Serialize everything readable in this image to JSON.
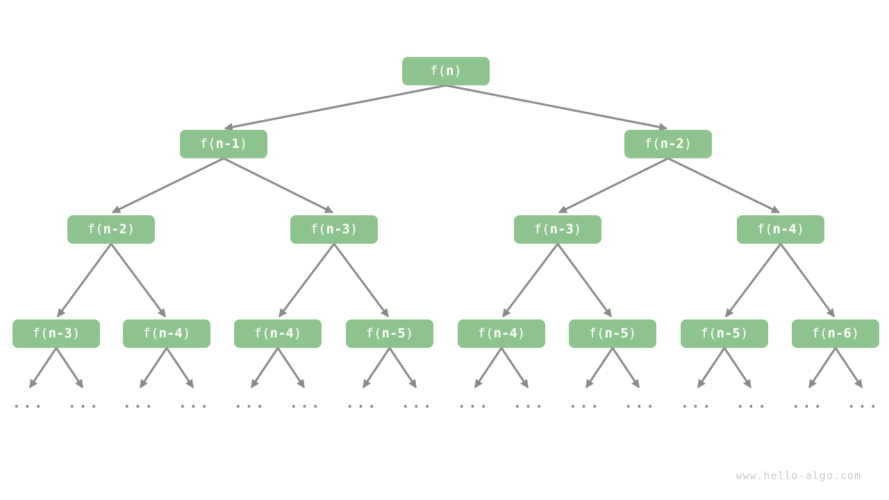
{
  "diagram": {
    "title_hint": "recursion-tree-of-fibonacci",
    "ellipsis": "...",
    "watermark": "www.hello-algo.com",
    "nodes": [
      {
        "pre": "f(",
        "arg": "n",
        "suf": ")"
      },
      {
        "pre": "f(",
        "arg": "n-1",
        "suf": ")"
      },
      {
        "pre": "f(",
        "arg": "n-2",
        "suf": ")"
      },
      {
        "pre": "f(",
        "arg": "n-2",
        "suf": ")"
      },
      {
        "pre": "f(",
        "arg": "n-3",
        "suf": ")"
      },
      {
        "pre": "f(",
        "arg": "n-3",
        "suf": ")"
      },
      {
        "pre": "f(",
        "arg": "n-4",
        "suf": ")"
      },
      {
        "pre": "f(",
        "arg": "n-3",
        "suf": ")"
      },
      {
        "pre": "f(",
        "arg": "n-4",
        "suf": ")"
      },
      {
        "pre": "f(",
        "arg": "n-4",
        "suf": ")"
      },
      {
        "pre": "f(",
        "arg": "n-5",
        "suf": ")"
      },
      {
        "pre": "f(",
        "arg": "n-4",
        "suf": ")"
      },
      {
        "pre": "f(",
        "arg": "n-5",
        "suf": ")"
      },
      {
        "pre": "f(",
        "arg": "n-5",
        "suf": ")"
      },
      {
        "pre": "f(",
        "arg": "n-6",
        "suf": ")"
      }
    ]
  },
  "colors": {
    "node_fill": "#8dc38d",
    "node_text": "#ffffff",
    "edge": "#8a8a8a",
    "ellipsis_color": "#8a8a8a",
    "watermark_color": "#c9c9c9",
    "bg": "#ffffff"
  }
}
